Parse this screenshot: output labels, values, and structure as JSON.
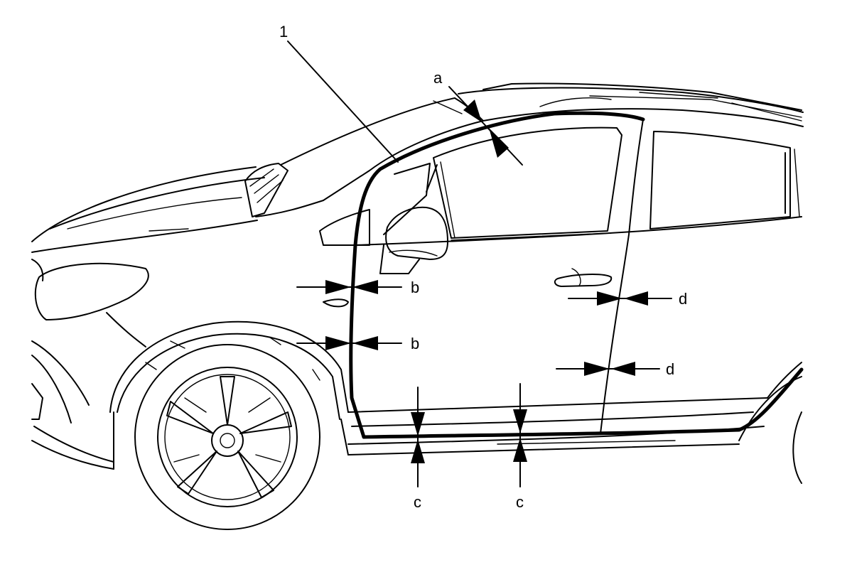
{
  "callouts": {
    "item_1": "1",
    "a": "a",
    "b_upper": "b",
    "b_lower": "b",
    "c_front": "c",
    "c_rear": "c",
    "d_upper": "d",
    "d_lower": "d"
  },
  "colors": {
    "line": "#000000",
    "background": "#ffffff"
  }
}
